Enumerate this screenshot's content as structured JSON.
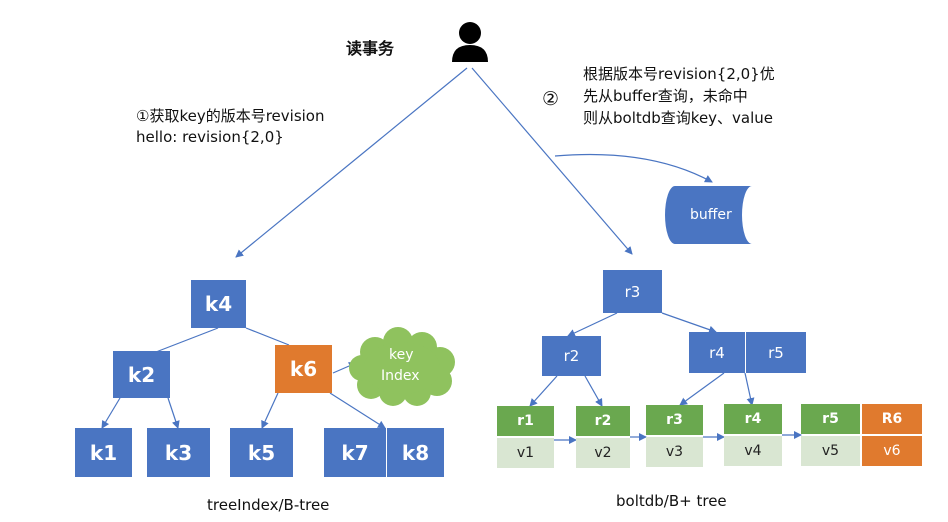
{
  "texts": {
    "read_tx": "读事务",
    "step1_line1": "①获取key的版本号revision",
    "step1_line2": "hello: revision{2,0}",
    "step2_marker": "②",
    "step2_line1": "根据版本号revision{2,0}优",
    "step2_line2": "先从buffer查询，未命中",
    "step2_line3": "则从boltdb查询key、value",
    "buffer": "buffer",
    "cloud_line1": "key",
    "cloud_line2": "Index",
    "caption_left": "treeIndex/B-tree",
    "caption_right": "boltdb/B+ tree"
  },
  "tree_index": {
    "k4": "k4",
    "k2": "k2",
    "k6": "k6",
    "k1": "k1",
    "k3": "k3",
    "k5": "k5",
    "k7": "k7",
    "k8": "k8"
  },
  "bplus": {
    "r3": "r3",
    "r2": "r2",
    "r4": "r4",
    "r5": "r5",
    "leaves": [
      {
        "rev": "r1",
        "val": "v1"
      },
      {
        "rev": "r2",
        "val": "v2"
      },
      {
        "rev": "r3",
        "val": "v3"
      },
      {
        "rev": "r4",
        "val": "v4"
      },
      {
        "rev": "r5",
        "val": "v5"
      },
      {
        "rev": "R6",
        "val": "v6"
      }
    ]
  },
  "colors": {
    "blue": "#4a75c2",
    "orange": "#e07a2e",
    "green": "#6aa84f",
    "pale_green": "#d9e6d2",
    "cloud": "#8fc25e",
    "line": "#4a75c2"
  },
  "icons": {
    "user": "user-icon"
  }
}
